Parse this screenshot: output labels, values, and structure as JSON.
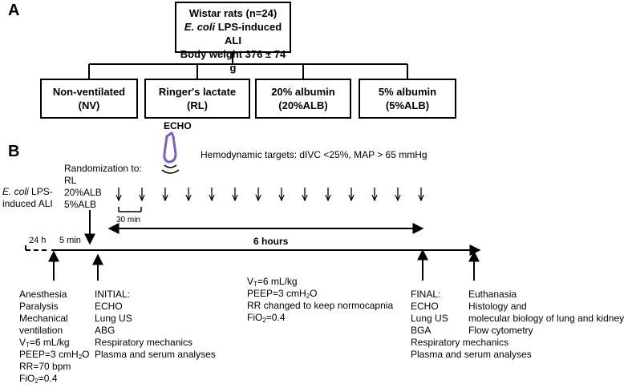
{
  "panel_a": {
    "label": "A",
    "top_box": {
      "line1": "Wistar rats (n=24)",
      "line2_italic": "E. coli",
      "line2_rest": " LPS-induced ALI",
      "line3": "Body weight 376 ± 74 g"
    },
    "groups": [
      {
        "name": "Non-ventilated",
        "abbr": "(NV)"
      },
      {
        "name": "Ringer's lactate",
        "abbr": "(RL)"
      },
      {
        "name": "20% albumin",
        "abbr": "(20%ALB)"
      },
      {
        "name": "5% albumin",
        "abbr": "(5%ALB)"
      }
    ],
    "echo_label": "ECHO"
  },
  "panel_b": {
    "label": "B",
    "hemodynamic_targets": "Hemodynamic targets: dIVC <25%, MAP > 65 mmHg",
    "randomization": [
      "Randomization to:",
      "RL",
      "20%ALB",
      "5%ALB"
    ],
    "induction_italic": "E. coli",
    "induction_rest": " LPS-",
    "induction_line2": "induced ALI",
    "interval_label": "30 min",
    "duration_label": "6 hours",
    "gap_24h": "24 h",
    "gap_5min": "5 min",
    "setup_list": {
      "lines": [
        "Anesthesia",
        "Paralysis",
        "Mechanical",
        "ventilation"
      ],
      "vt_pre": "V",
      "vt_sub": "T",
      "vt_post": "=6 mL/kg",
      "peep_pre": "PEEP=3 cmH",
      "peep_sub": "2",
      "peep_post": "O",
      "rr": "RR=70 bpm",
      "fio2_pre": "FiO",
      "fio2_sub": "2",
      "fio2_post": "=0.4"
    },
    "initial_list": [
      "INITIAL:",
      "ECHO",
      "Lung US",
      "ABG",
      "Respiratory mechanics",
      "Plasma and serum analyses"
    ],
    "vent_settings": {
      "vt_pre": "V",
      "vt_sub": "T",
      "vt_post": "=6 mL/kg",
      "peep_pre": "PEEP=3 cmH",
      "peep_sub": "2",
      "peep_post": "O",
      "rr": "RR changed to keep normocapnia",
      "fio2_pre": "FiO",
      "fio2_sub": "2",
      "fio2_post": "=0.4"
    },
    "final_list": [
      "FINAL:",
      "ECHO",
      "Lung US",
      "BGA",
      "Respiratory mechanics",
      "Plasma and serum analyses"
    ],
    "end_list": [
      "Euthanasia",
      "Histology and",
      "molecular biology of lung and kidney",
      "Flow cytometry"
    ]
  },
  "colors": {
    "echo_probe": "#7b5fc4",
    "line": "#000000"
  }
}
